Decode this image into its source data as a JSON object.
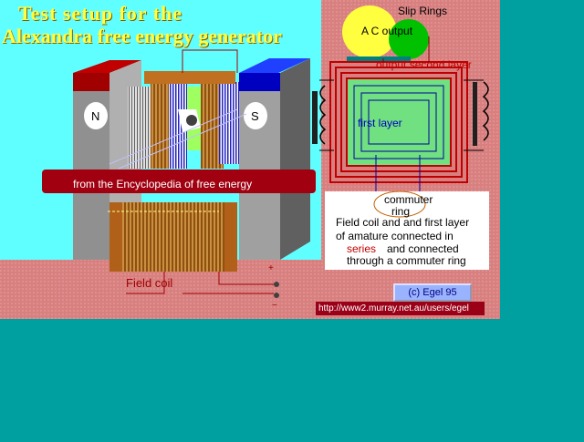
{
  "title_line1": "Test setup  for the",
  "title_line2": "Alexandra free energy generator",
  "magnet_north": "N",
  "magnet_south": "S",
  "slip_rings": "Slip Rings",
  "ac_output": "A C output",
  "output_second_layer": "output second layer",
  "first_layer": "first layer",
  "banner": "from  the Encyclopedia of free energy",
  "commuter_ring_line1": "commuter",
  "commuter_ring_line2": "ring",
  "desc_line1": "Field coil and and first layer",
  "desc_line2": "of amature connected in",
  "desc_series": "series",
  "desc_line3_rest": "and connected",
  "desc_line4": "through a commuter ring",
  "field_coil": "Field coil",
  "plus_sign": "+",
  "minus_sign": "−",
  "credit": "(c)  Egel  95",
  "url": "http://www2.murray.net.au/users/egel",
  "colors": {
    "background": "#00a0a0",
    "panel": "#d88080",
    "sky": "#60ffff",
    "title": "#ffff40",
    "banner": "#a00010"
  }
}
